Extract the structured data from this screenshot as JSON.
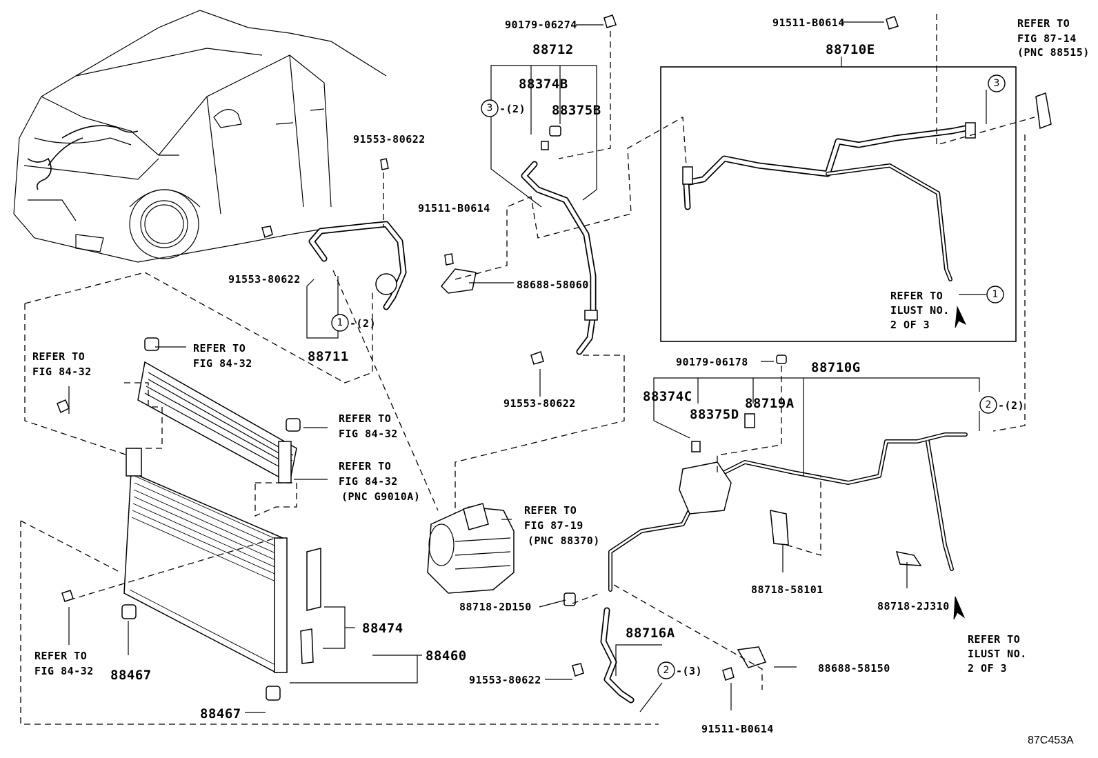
{
  "figure_code": "87C453A",
  "labels": {
    "top_nut_90179": "90179-06274",
    "assy_88712": "88712",
    "p88374B": "88374B",
    "p88375B": "88375B",
    "circle3_qty2": "-(2)",
    "bolt_91553_a": "91553-80622",
    "bolt_91511_a": "91511-B0614",
    "bracket_88688_58060": "88688-58060",
    "bolt_91553_b": "91553-80622",
    "circle1_qty2": "-(2)",
    "assy_88711": "88711",
    "bolt_91553_c": "91553-80622",
    "bolt_91511_top": "91511-B0614",
    "assy_88710E": "88710E",
    "refer_87_14_l1": "REFER TO",
    "refer_87_14_l2": "FIG 87-14",
    "refer_87_14_l3": "(PNC 88515)",
    "refer_ilust1_l1": "REFER TO",
    "refer_ilust1_l2": "ILUST NO.",
    "refer_ilust1_l3": "2 OF 3",
    "nut_90179_06178": "90179-06178",
    "assy_88710G": "88710G",
    "p88374C": "88374C",
    "p88375D": "88375D",
    "p88719A": "88719A",
    "circle2_qty2": "-(2)",
    "refer_87_19_l1": "REFER TO",
    "refer_87_19_l2": "FIG 87-19",
    "refer_87_19_l3": "(PNC 88370)",
    "clamp_88718_58101": "88718-58101",
    "clamp_88718_2J310": "88718-2J310",
    "clamp_88718_2D150": "88718-2D150",
    "assy_88716A": "88716A",
    "circle2_qty3": "-(3)",
    "bolt_91553_d": "91553-80622",
    "bracket_88688_58150": "88688-58150",
    "bolt_91511_b": "91511-B0614",
    "refer_ilust2_l1": "REFER TO",
    "refer_ilust2_l2": "ILUST NO.",
    "refer_ilust2_l3": "2 OF 3",
    "refer_84_32_a_l1": "REFER TO",
    "refer_84_32_a_l2": "FIG 84-32",
    "refer_84_32_b_l1": "REFER TO",
    "refer_84_32_b_l2": "FIG 84-32",
    "refer_84_32_c_l1": "REFER TO",
    "refer_84_32_c_l2": "FIG 84-32",
    "refer_84_32_d_l1": "REFER TO",
    "refer_84_32_d_l2": "FIG 84-32",
    "refer_84_32_d_l3": "(PNC G9010A)",
    "refer_84_32_e_l1": "REFER TO",
    "refer_84_32_e_l2": "FIG 84-32",
    "p88467_a": "88467",
    "p88467_b": "88467",
    "p88474": "88474",
    "p88460": "88460"
  },
  "callouts": {
    "c3a": "3",
    "c1a": "1",
    "c3b": "3",
    "c1b": "1",
    "c2a": "2",
    "c2b": "2"
  }
}
